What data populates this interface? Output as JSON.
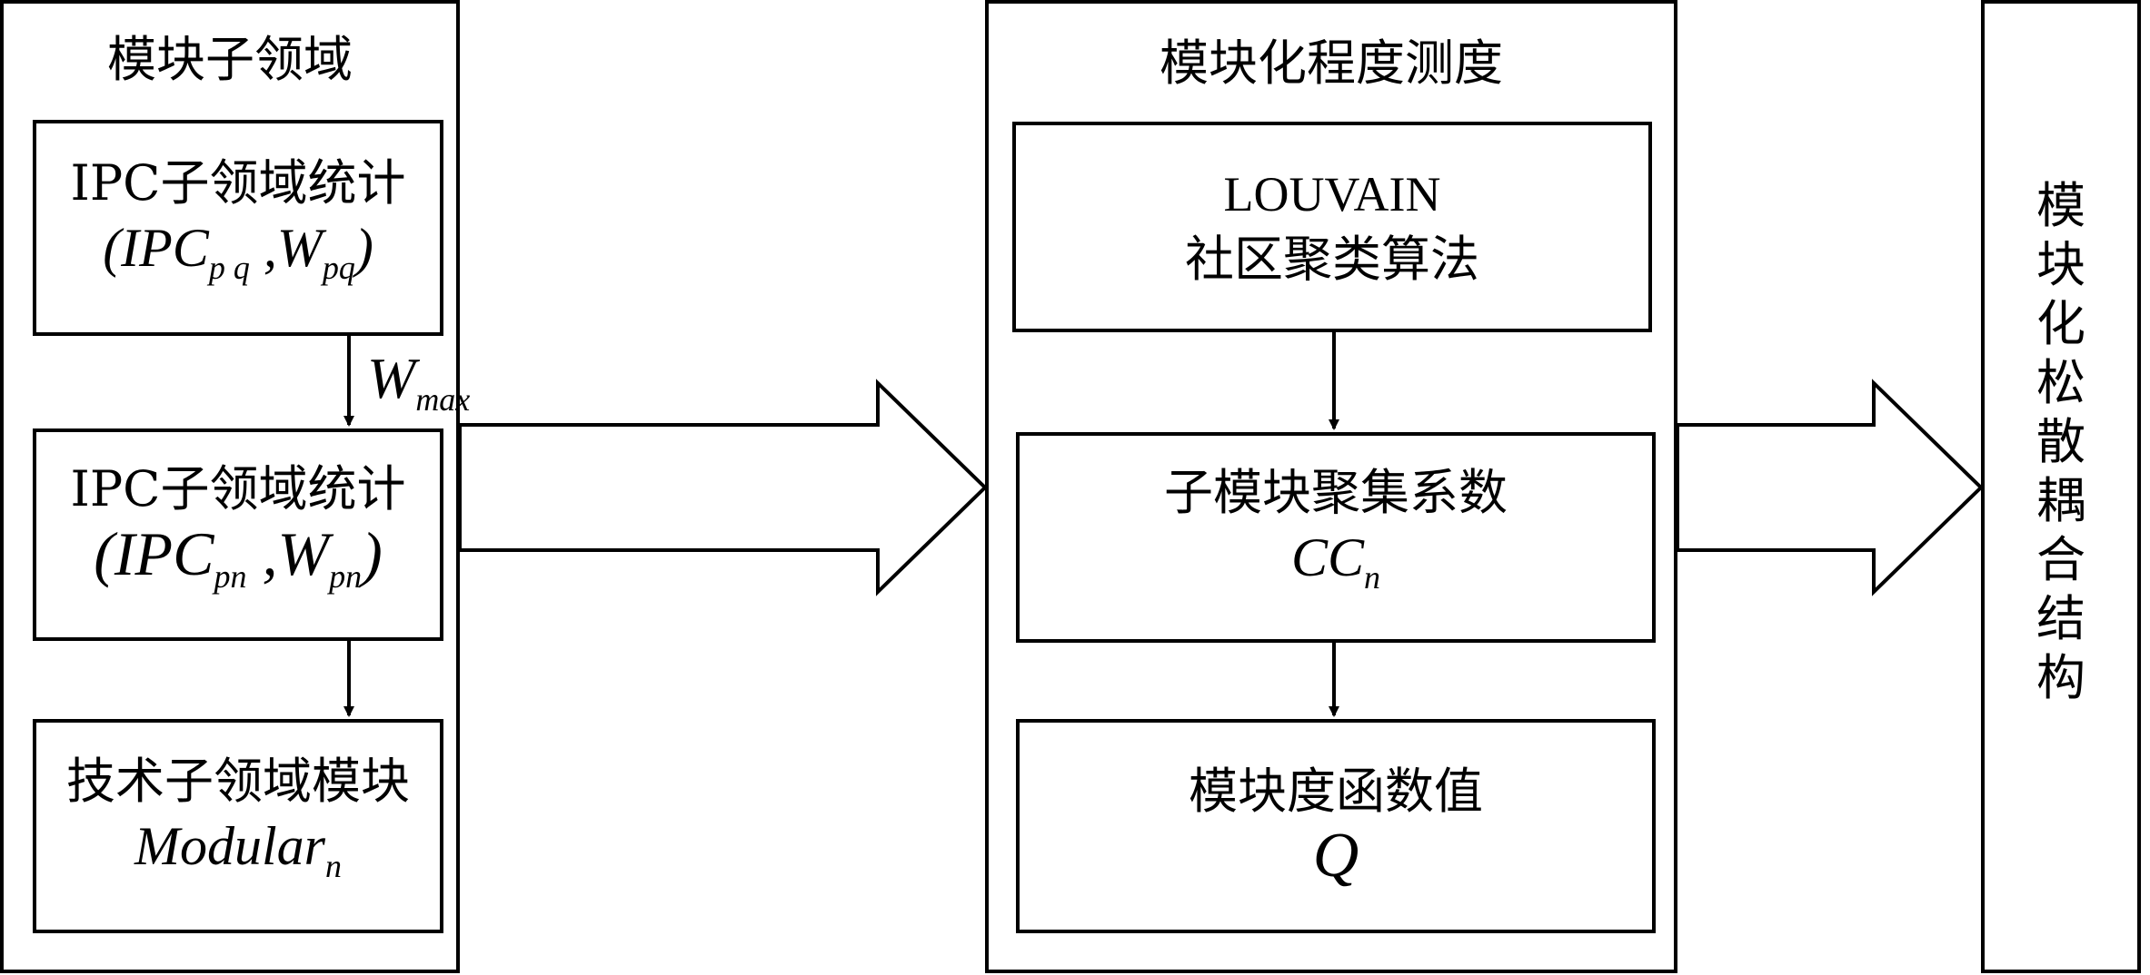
{
  "panels": {
    "left": {
      "title": "模块子领域",
      "box1": {
        "line1": "IPC子领域统计",
        "expr": {
          "a": "IPC",
          "a_sub": "p q",
          "b": "W",
          "b_sub": "pq"
        }
      },
      "edge_label": {
        "main": "W",
        "sub": "max"
      },
      "box2": {
        "line1": "IPC子领域统计",
        "expr": {
          "a": "IPC",
          "a_sub": "pn",
          "b": "W",
          "b_sub": "pn"
        }
      },
      "box3": {
        "line1": "技术子领域模块",
        "expr": {
          "main": "Modular",
          "sub": "n"
        }
      }
    },
    "middle": {
      "title": "模块化程度测度",
      "box1": {
        "line1": "LOUVAIN",
        "line2": "社区聚类算法"
      },
      "box2": {
        "line1": "子模块聚集系数",
        "expr": {
          "main": "CC",
          "sub": "n"
        }
      },
      "box3": {
        "line1": "模块度函数值",
        "expr": {
          "main": "Q"
        }
      }
    },
    "right": {
      "title_chars": [
        "模",
        "块",
        "化",
        "松",
        "散",
        "耦",
        "合",
        "结",
        "构"
      ]
    }
  }
}
